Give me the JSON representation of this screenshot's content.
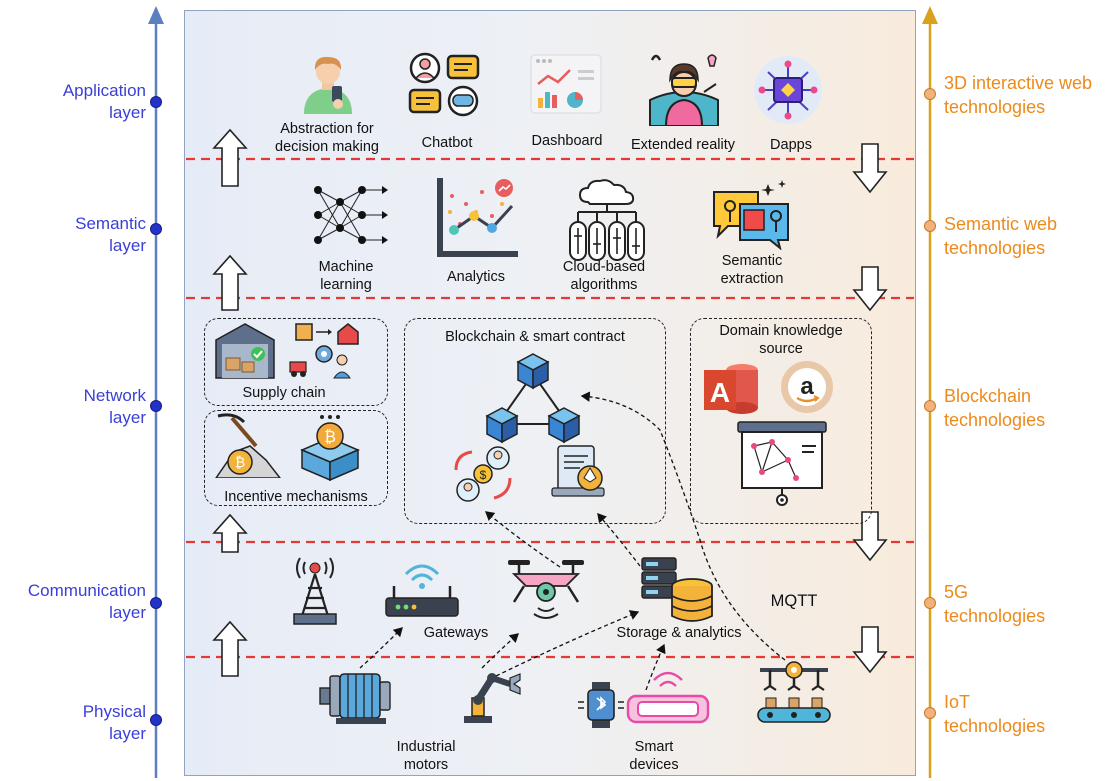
{
  "colors": {
    "left_axis": "#5b7fbf",
    "right_axis": "#d9a21e",
    "left_label": "#3a3fd6",
    "right_label": "#ec8a1c",
    "left_dot": "#2233cc",
    "right_dot": "#f3b27a",
    "divider": "#e53935"
  },
  "left_layers": [
    {
      "line1": "Application",
      "line2": "layer"
    },
    {
      "line1": "Semantic",
      "line2": "layer"
    },
    {
      "line1": "Network",
      "line2": "layer"
    },
    {
      "line1": "Communication",
      "line2": "layer"
    },
    {
      "line1": "Physical",
      "line2": "layer"
    }
  ],
  "right_techs": [
    {
      "line1": "3D interactive web",
      "line2": "technologies"
    },
    {
      "line1": "Semantic web",
      "line2": "technologies"
    },
    {
      "line1": "Blockchain",
      "line2": "technologies"
    },
    {
      "line1": "5G",
      "line2": "technologies"
    },
    {
      "line1": "IoT",
      "line2": "technologies"
    }
  ],
  "application": {
    "abstraction_l1": "Abstraction for",
    "abstraction_l2": "decision making",
    "chatbot": "Chatbot",
    "dashboard": "Dashboard",
    "xr": "Extended reality",
    "dapps": "Dapps"
  },
  "semantic": {
    "ml_l1": "Machine",
    "ml_l2": "learning",
    "analytics": "Analytics",
    "cloud_l1": "Cloud-based",
    "cloud_l2": "algorithms",
    "extraction_l1": "Semantic",
    "extraction_l2": "extraction"
  },
  "network": {
    "supply_chain": "Supply chain",
    "incentive": "Incentive mechanisms",
    "blockchain_title": "Blockchain & smart contract",
    "domain_l1": "Domain knowledge",
    "domain_l2": "source"
  },
  "communication": {
    "gateways": "Gateways",
    "storage": "Storage & analytics",
    "mqtt": "MQTT"
  },
  "physical": {
    "motors_l1": "Industrial",
    "motors_l2": "motors",
    "smart_l1": "Smart",
    "smart_l2": "devices"
  },
  "icons": {
    "amazon_glyph": "a",
    "access_glyph": "A"
  }
}
